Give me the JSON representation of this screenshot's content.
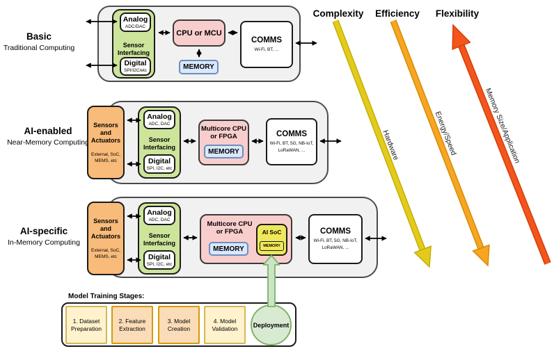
{
  "rows": [
    {
      "label": "Basic",
      "sublabel": "Traditional Computing",
      "sensor_interfacing": {
        "title": "Sensor Interfacing",
        "analog": {
          "title": "Analog",
          "subtitle": "ADC/DAC"
        },
        "digital": {
          "title": "Digital",
          "subtitle": "SPI/I2C/etc"
        }
      },
      "cpu": {
        "title": "CPU or MCU"
      },
      "memory": {
        "label": "MEMORY"
      },
      "comms": {
        "title": "COMMS",
        "lines": [
          "Wi-Fi, BT, ..."
        ]
      }
    },
    {
      "label": "AI-enabled",
      "sublabel": "Near-Memory Computing",
      "sensors": {
        "title": "Sensors and Actuators",
        "subtitle": "External, SoC, MEMS, etc"
      },
      "sensor_interfacing": {
        "title": "Sensor Interfacing",
        "analog": {
          "title": "Analog",
          "subtitle": "ADC, DAC"
        },
        "digital": {
          "title": "Digital",
          "subtitle": "SPI, I2C, etc"
        }
      },
      "cpu": {
        "line1": "Multicore CPU",
        "line2": "or FPGA"
      },
      "memory": {
        "label": "MEMORY"
      },
      "comms": {
        "title": "COMMS",
        "lines": [
          "Wi-Fi, BT, 5G, NB-IoT,",
          "LoRaWAN, ..."
        ]
      }
    },
    {
      "label": "AI-specific",
      "sublabel": "In-Memory Computing",
      "sensors": {
        "title": "Sensors and Actuators",
        "subtitle": "External, SoC, MEMS, etc"
      },
      "sensor_interfacing": {
        "title": "Sensor Interfacing",
        "analog": {
          "title": "Analog",
          "subtitle": "ADC, DAC"
        },
        "digital": {
          "title": "Digital",
          "subtitle": "SPI, I2C, etc"
        }
      },
      "cpu": {
        "line1": "Multicore CPU",
        "line2": "or FPGA"
      },
      "memory": {
        "label": "MEMORY"
      },
      "ai_soc": {
        "title": "AI SoC",
        "memory": "MEMORY"
      },
      "comms": {
        "title": "COMMS",
        "lines": [
          "Wi-Fi, BT, 5G, NB-IoT,",
          "LoRaWAN, ..."
        ]
      }
    }
  ],
  "indicators": [
    {
      "label": "Complexity",
      "arrow_label": "Hardware",
      "direction": "down",
      "color": "#E3CB1D"
    },
    {
      "label": "Efficiency",
      "arrow_label": "Energy/Speed",
      "direction": "down",
      "color": "#F6A623"
    },
    {
      "label": "Flexibility",
      "arrow_label": "Memory Size/Application",
      "direction": "up",
      "color": "#F4551C"
    }
  ],
  "training": {
    "title": "Model Training Stages:",
    "stages": [
      {
        "label": "1. Dataset Preparation"
      },
      {
        "label": "2. Feature Extraction"
      },
      {
        "label": "3. Model Creation"
      },
      {
        "label": "4. Model Validation"
      }
    ],
    "deployment": "Deployment"
  },
  "colors": {
    "container_gray": "#F1F1F1",
    "sensor_interfacing_green": "#CDE49B",
    "cpu_pink": "#F8CECC",
    "memory_blue": "#DAE8FC",
    "memory_blue_border": "#6C8EBF",
    "sensors_orange": "#F8BB7A",
    "ai_soc_yellow": "#F0E85A",
    "deployment_green": "#D9EAD3",
    "deployment_green_border": "#82B366",
    "stage_yellow": "#FFF2CC",
    "stage_peach": "#FADCB8"
  }
}
